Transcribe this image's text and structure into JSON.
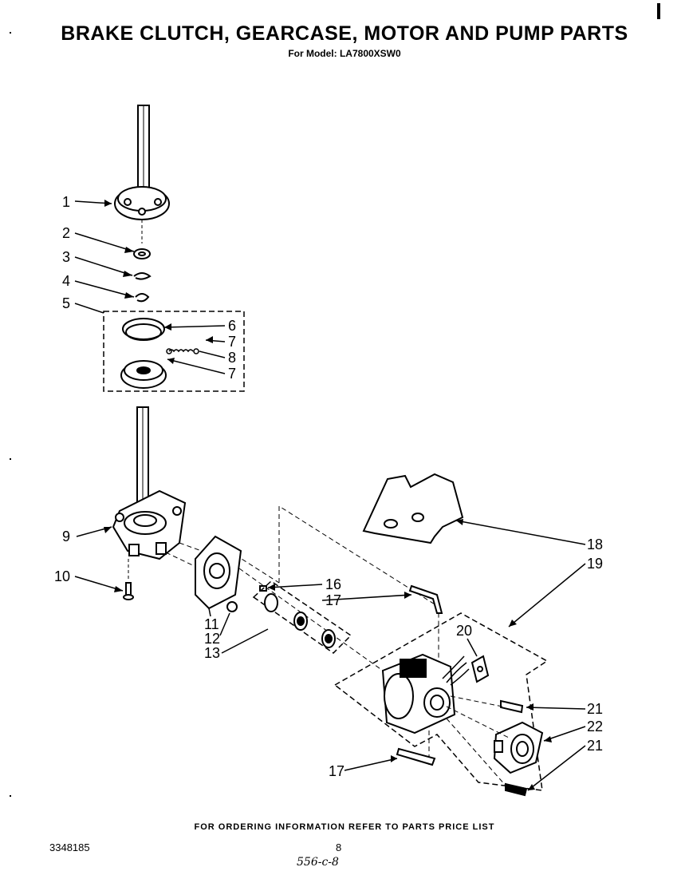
{
  "header": {
    "title": "BRAKE  CLUTCH, GEARCASE, MOTOR AND PUMP PARTS",
    "subtitle": "For Model: LA7800XSW0"
  },
  "callouts": [
    "1",
    "2",
    "3",
    "4",
    "5",
    "6",
    "7",
    "8",
    "7",
    "9",
    "10",
    "16",
    "17",
    "11",
    "12",
    "13",
    "18",
    "19",
    "20",
    "21",
    "22",
    "21",
    "17"
  ],
  "footer": {
    "note": "FOR ORDERING INFORMATION REFER TO PARTS PRICE LIST",
    "doc_number": "3348185",
    "page_number": "8",
    "handwritten": "556-c-8"
  }
}
